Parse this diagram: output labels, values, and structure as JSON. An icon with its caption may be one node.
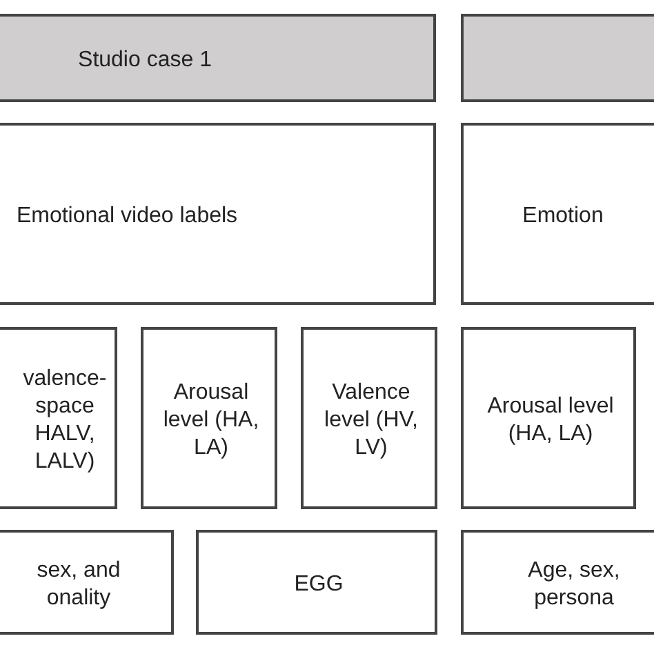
{
  "diagram": {
    "nodes": [
      {
        "text": [
          "Studio case 1"
        ]
      },
      {
        "text": [],
        "shape": "box"
      },
      {
        "text": [
          "Emotional video labels"
        ]
      },
      {
        "text": [
          "Emotion"
        ]
      },
      {
        "text": [
          "valence- space HALV, LALV)"
        ]
      },
      {
        "text": [
          "Arousal level (HA, LA)"
        ]
      },
      {
        "text": [
          "Valence level (HV, LV)"
        ]
      },
      {
        "text": [
          "Arousal level (HA, LA)"
        ]
      },
      {
        "text": [
          "sex, and onality"
        ]
      },
      {
        "text": [
          "EGG"
        ]
      },
      {
        "text": [
          "Age, sex, persona"
        ]
      }
    ]
  }
}
